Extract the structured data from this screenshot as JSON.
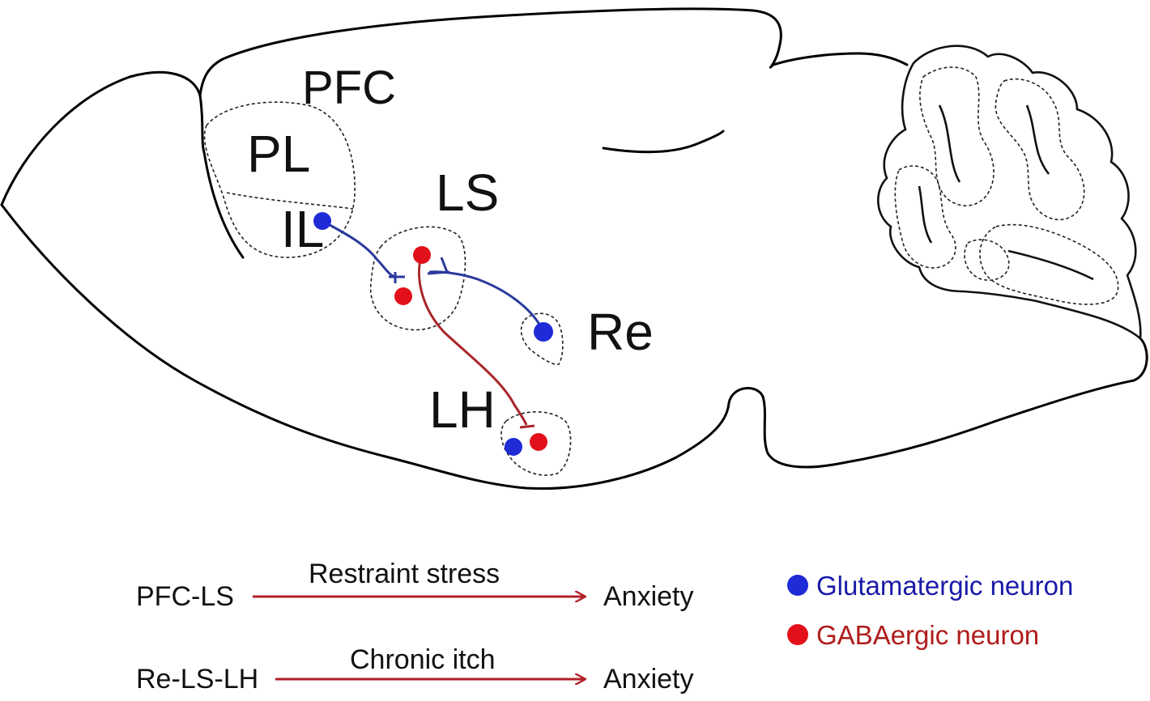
{
  "regions": {
    "pfc": "PFC",
    "pl": "PL",
    "il": "IL",
    "ls": "LS",
    "re": "Re",
    "lh": "LH"
  },
  "pathways": [
    {
      "circuit": "PFC-LS",
      "condition": "Restraint stress",
      "outcome": "Anxiety"
    },
    {
      "circuit": "Re-LS-LH",
      "condition": "Chronic itch",
      "outcome": "Anxiety"
    }
  ],
  "legend": [
    {
      "label": "Glutamatergic neuron",
      "color": "#1a1aa8",
      "dot_color": "#1f2bd6"
    },
    {
      "label": "GABAergic neuron",
      "color": "#b01c1c",
      "dot_color": "#e2101a"
    }
  ],
  "colors": {
    "glutamatergic": "#1f2bd6",
    "gabaergic": "#e2101a",
    "glutamatergic_projection": "#2a3a9c",
    "gabaergic_projection": "#a8262a",
    "pathway_arrow": "#b0202a",
    "outline": "#000000"
  }
}
